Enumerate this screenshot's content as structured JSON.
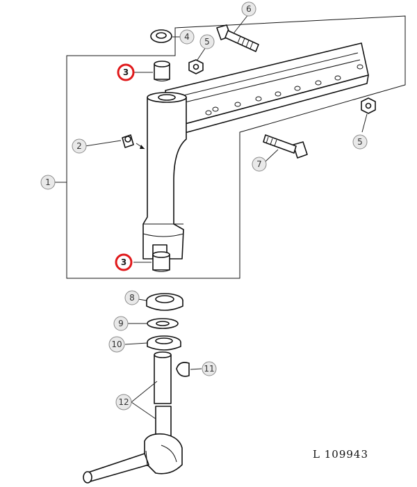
{
  "diagram": {
    "reference_code": "L 109943",
    "highlight_color": "#e0191b",
    "callouts": [
      {
        "id": "c1",
        "label": "1",
        "highlighted": false
      },
      {
        "id": "c2",
        "label": "2",
        "highlighted": false
      },
      {
        "id": "c3a",
        "label": "3",
        "highlighted": true
      },
      {
        "id": "c3b",
        "label": "3",
        "highlighted": true
      },
      {
        "id": "c4",
        "label": "4",
        "highlighted": false
      },
      {
        "id": "c5a",
        "label": "5",
        "highlighted": false
      },
      {
        "id": "c5b",
        "label": "5",
        "highlighted": false
      },
      {
        "id": "c6",
        "label": "6",
        "highlighted": false
      },
      {
        "id": "c7",
        "label": "7",
        "highlighted": false
      },
      {
        "id": "c8",
        "label": "8",
        "highlighted": false
      },
      {
        "id": "c9",
        "label": "9",
        "highlighted": false
      },
      {
        "id": "c10",
        "label": "10",
        "highlighted": false
      },
      {
        "id": "c11",
        "label": "11",
        "highlighted": false
      },
      {
        "id": "c12",
        "label": "12",
        "highlighted": false
      }
    ]
  }
}
